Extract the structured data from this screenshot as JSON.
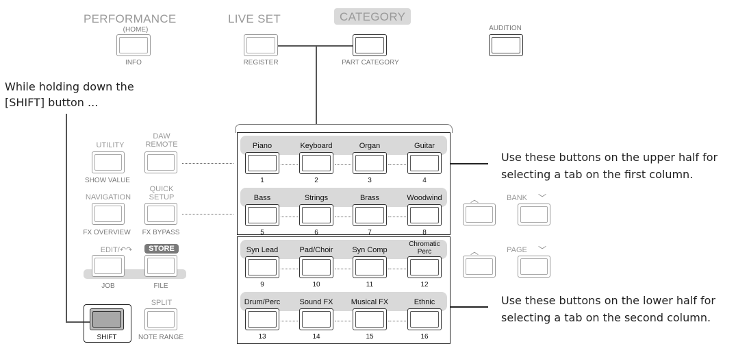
{
  "top": {
    "performance": {
      "title": "PERFORMANCE",
      "sub": "(HOME)",
      "label": "INFO"
    },
    "liveset": {
      "title": "LIVE SET",
      "label": "REGISTER"
    },
    "category": {
      "title": "CATEGORY",
      "label": "PART CATEGORY"
    },
    "audition": {
      "title": "AUDITION"
    }
  },
  "left_note": [
    "While holding down the",
    "[SHIFT] button ..."
  ],
  "left_panel": {
    "utility": {
      "title": "UTILITY",
      "label": "SHOW VALUE"
    },
    "daw": {
      "title_line1": "DAW",
      "title_line2": "REMOTE"
    },
    "navigation": {
      "title": "NAVIGATION",
      "label": "FX OVERVIEW"
    },
    "quick": {
      "title_line1": "QUICK",
      "title_line2": "SETUP",
      "label": "FX BYPASS"
    },
    "edit": {
      "title": "EDIT/",
      "label": "JOB"
    },
    "store": {
      "title": "STORE",
      "label": "FILE"
    },
    "shift": {
      "label": "SHIFT"
    },
    "split": {
      "title": "SPLIT",
      "label": "NOTE RANGE"
    }
  },
  "categories": [
    {
      "name": "Piano",
      "num": "1"
    },
    {
      "name": "Keyboard",
      "num": "2"
    },
    {
      "name": "Organ",
      "num": "3"
    },
    {
      "name": "Guitar",
      "num": "4"
    },
    {
      "name": "Bass",
      "num": "5"
    },
    {
      "name": "Strings",
      "num": "6"
    },
    {
      "name": "Brass",
      "num": "7"
    },
    {
      "name": "Woodwind",
      "num": "8"
    },
    {
      "name": "Syn Lead",
      "num": "9"
    },
    {
      "name": "Pad/Choir",
      "num": "10"
    },
    {
      "name": "Syn Comp",
      "num": "11"
    },
    {
      "name": "Chromatic",
      "name2": "Perc",
      "num": "12"
    },
    {
      "name": "Drum/Perc",
      "num": "13"
    },
    {
      "name": "Sound FX",
      "num": "14"
    },
    {
      "name": "Musical FX",
      "num": "15"
    },
    {
      "name": "Ethnic",
      "num": "16"
    }
  ],
  "right_panel": {
    "bank": "BANK",
    "page": "PAGE"
  },
  "annotations": {
    "upper": [
      "Use these buttons on the upper half for",
      "selecting a tab on the first column."
    ],
    "lower": [
      "Use these buttons on the lower half for",
      "selecting a tab on the second column."
    ]
  }
}
